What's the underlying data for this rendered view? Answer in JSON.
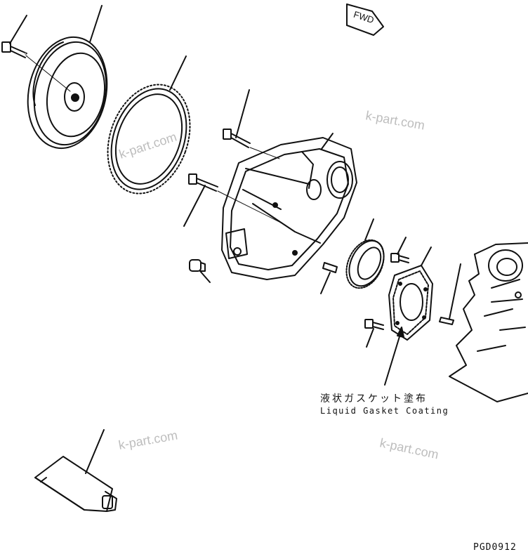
{
  "orientation_tag": {
    "text": "FWD"
  },
  "note": {
    "japanese": "液状ガスケット塗布",
    "english": "Liquid Gasket Coating"
  },
  "drawing_code": "PGD0912",
  "watermarks": [
    "k-part.com",
    "k-part.com",
    "k-part.com",
    "k-part.com"
  ],
  "colors": {
    "ink": "#111111",
    "watermark": "#bdbdbd"
  }
}
